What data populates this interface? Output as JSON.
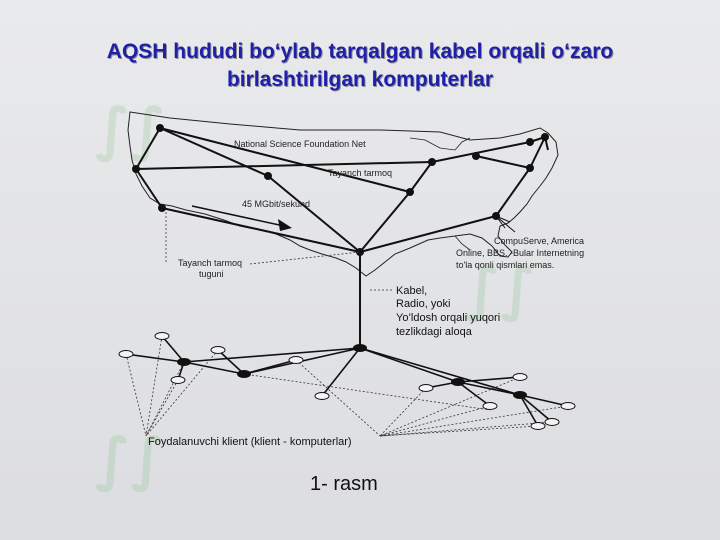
{
  "title": {
    "line1": "AQSH hududi bo‘ylab tarqalgan kabel orqali o‘zaro",
    "line2": "birlashtirilgan komputerlar"
  },
  "labels": {
    "nsf_net": "National Science Foundation    Net",
    "backbone": "Tayanch tarmoq",
    "speed": "45 MGbit/sekund",
    "backbone_node_line1": "Tayanch tarmoq",
    "backbone_node_line2": "tuguni",
    "compuserve_line1": "CompuServe,      America",
    "compuserve_line2": "Online,  BBS.  -Bular  Internetning",
    "compuserve_line3": "to'la qonli qismlari emas.",
    "link_line1": "Kabel,",
    "link_line2": "Radio, yoki",
    "link_line3": "Yo’ldosh orqali yuqori",
    "link_line4": "tezlikdagi aloqa",
    "clients": "Foydalanuvchi klient (klient - komputerlar)",
    "figure_caption": "1- rasm"
  },
  "icons": [
    "map-outline-usa",
    "network-node-icon",
    "client-computer-icon",
    "arrow-icon"
  ],
  "colors": {
    "title": "#1f1fa8",
    "lines": "#111111",
    "watermark": "#7fbf7f"
  }
}
